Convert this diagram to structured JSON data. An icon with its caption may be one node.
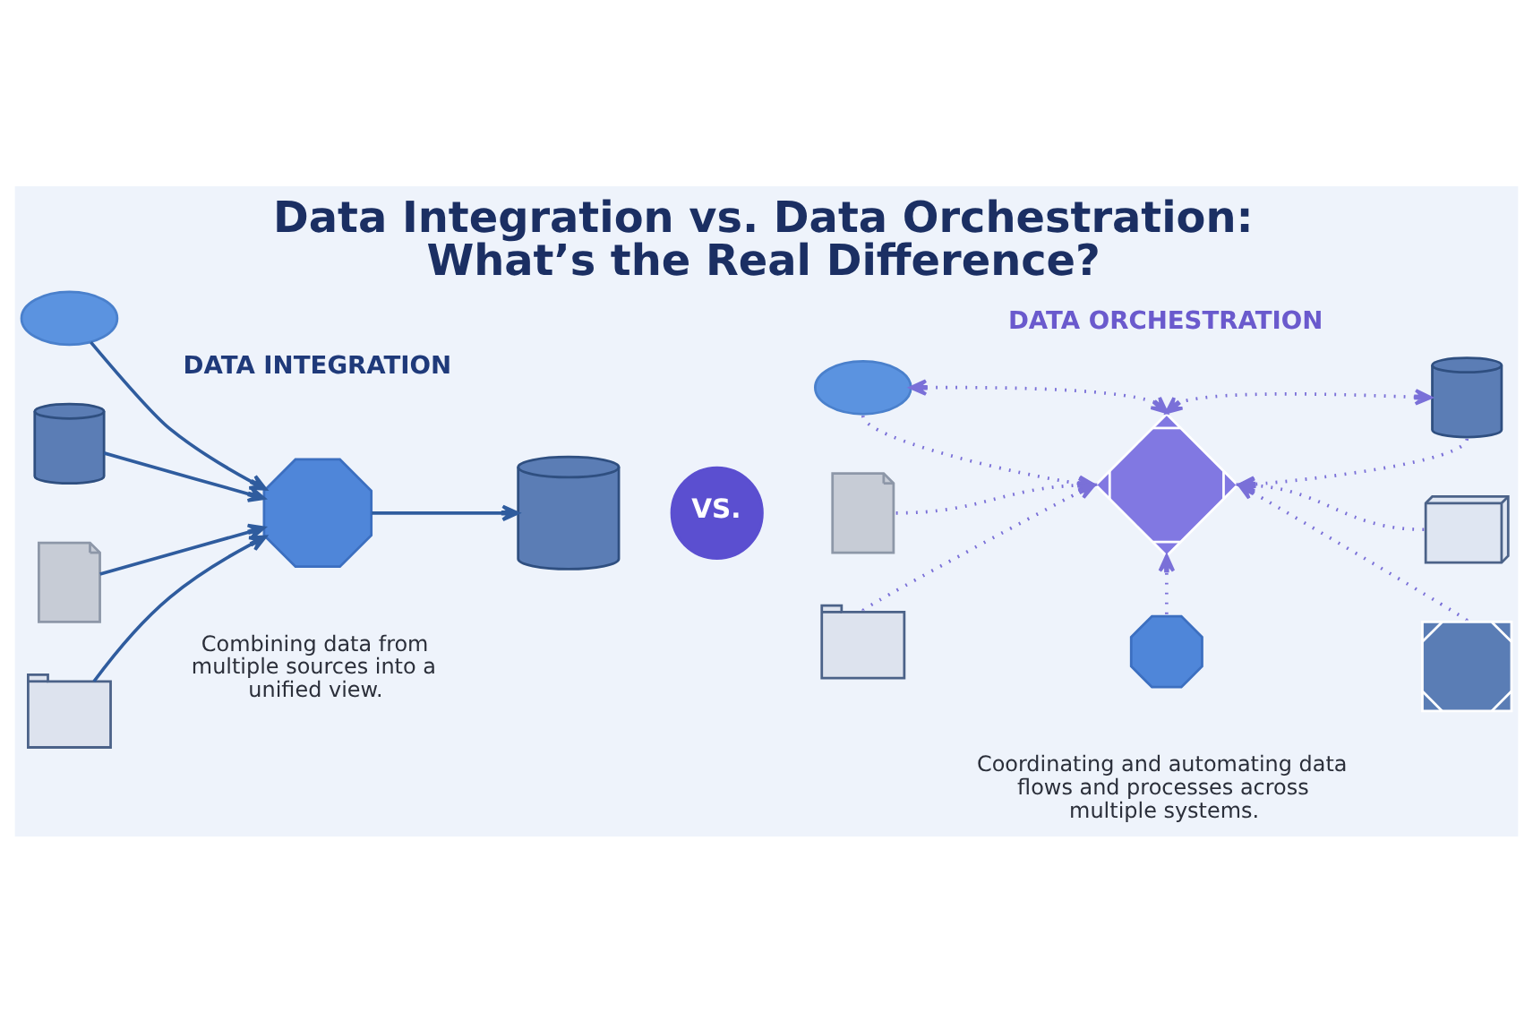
{
  "diagram": {
    "title": "Data Integration vs. Data Orchestration: What’s the Real Difference?",
    "nodes": [
      {
        "text": [],
        "shape": "cloud"
      },
      {
        "text": [],
        "shape": "cylinder"
      },
      {
        "text": [],
        "shape": "document"
      },
      {
        "text": [],
        "shape": "code"
      },
      {
        "text": [],
        "shape": "gear"
      },
      {
        "text": [],
        "shape": "cylinder"
      },
      {
        "text": [
          "VS."
        ]
      },
      {
        "text": [],
        "shape": "cloud"
      },
      {
        "text": [],
        "shape": "cylinder"
      },
      {
        "text": [],
        "shape": "document"
      },
      {
        "text": [],
        "shape": "flowchart"
      },
      {
        "text": [],
        "shape": "chart"
      },
      {
        "text": [],
        "shape": "code"
      },
      {
        "text": [],
        "shape": "gear"
      },
      {
        "text": [],
        "shape": "envelope"
      }
    ],
    "edges": [
      {
        "from": 0,
        "to": 4,
        "arrow": "to",
        "color": "#2f5c9e"
      },
      {
        "from": 1,
        "to": 4,
        "arrow": "to",
        "color": "#2f5c9e"
      },
      {
        "from": 2,
        "to": 4,
        "arrow": "to",
        "color": "#2f5c9e"
      },
      {
        "from": 3,
        "to": 4,
        "arrow": "to",
        "color": "#2f5c9e"
      },
      {
        "from": 4,
        "to": 5,
        "arrow": "to",
        "color": "#2f5c9e"
      },
      {
        "from": 7,
        "to": 10,
        "arrow": "both",
        "style": "dashed"
      },
      {
        "from": 7,
        "to": 10,
        "arrow": "to",
        "style": "dashed"
      },
      {
        "from": 8,
        "to": 10,
        "arrow": "both",
        "style": "dashed"
      },
      {
        "from": 8,
        "to": 10,
        "arrow": "to",
        "style": "dashed"
      },
      {
        "from": 9,
        "to": 10,
        "arrow": "to",
        "style": "dashed"
      },
      {
        "from": 11,
        "to": 10,
        "arrow": "to",
        "style": "dashed"
      },
      {
        "from": 12,
        "to": 10,
        "arrow": "to",
        "style": "dashed"
      },
      {
        "from": 13,
        "to": 10,
        "arrow": "to",
        "style": "dashed"
      },
      {
        "from": 14,
        "to": 10,
        "arrow": "to",
        "style": "dashed"
      }
    ],
    "labels": [
      "DATA INTEGRATION",
      "DATA ORCHESTRATION",
      "Combining data from multiple sources into a unified view.",
      "Coordinating and automating data flows and processes across multiple systems."
    ]
  }
}
